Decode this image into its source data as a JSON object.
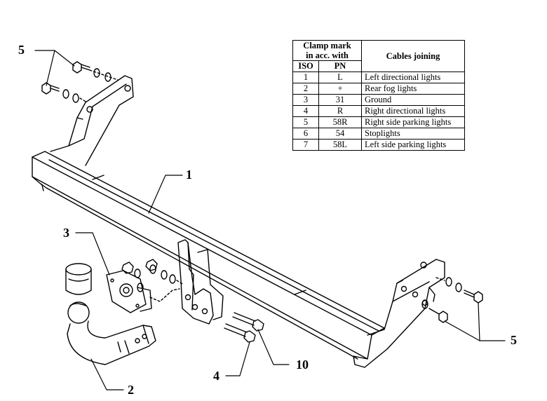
{
  "callouts": {
    "c5_top": "5",
    "c1": "1",
    "c3": "3",
    "c2": "2",
    "c4": "4",
    "c10": "10",
    "c5_right": "5"
  },
  "table": {
    "header_clamp_line1": "Clamp mark",
    "header_clamp_line2": "in acc. with",
    "header_iso": "ISO",
    "header_pn": "PN",
    "header_cables": "Cables joining",
    "rows": [
      {
        "iso": "1",
        "pn": "L",
        "desc": "Left directional lights"
      },
      {
        "iso": "2",
        "pn": "+",
        "desc": "Rear fog lights"
      },
      {
        "iso": "3",
        "pn": "31",
        "desc": "Ground"
      },
      {
        "iso": "4",
        "pn": "R",
        "desc": "Right directional lights"
      },
      {
        "iso": "5",
        "pn": "58R",
        "desc": "Right side parking lights"
      },
      {
        "iso": "6",
        "pn": "54",
        "desc": "Stoplights"
      },
      {
        "iso": "7",
        "pn": "58L",
        "desc": "Left side parking lights"
      }
    ]
  }
}
